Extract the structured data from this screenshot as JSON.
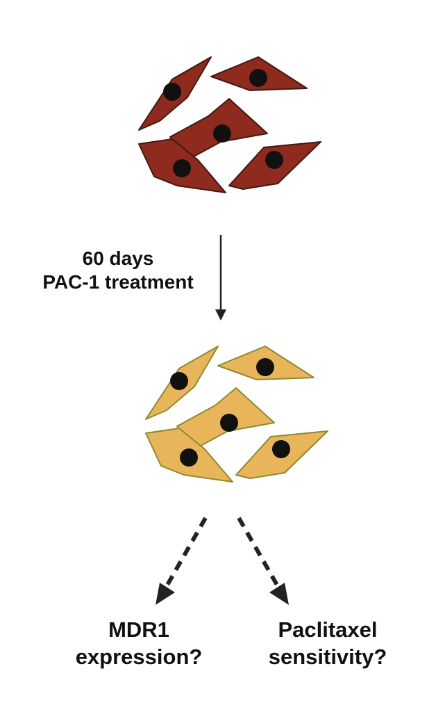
{
  "colors": {
    "untreated_cell_fill": "#8e2a1e",
    "untreated_cell_stroke": "#3f1a12",
    "treated_cell_fill": "#e9b55a",
    "treated_cell_stroke": "#8c8a2e",
    "nucleus": "#111111",
    "arrow": "#222222"
  },
  "treatment": {
    "line1": "60 days",
    "line2": "PAC-1 treatment"
  },
  "outcomes": [
    {
      "line1": "MDR1",
      "line2": "expression?"
    },
    {
      "line1": "Paclitaxel",
      "line2": "sensitivity?"
    }
  ]
}
